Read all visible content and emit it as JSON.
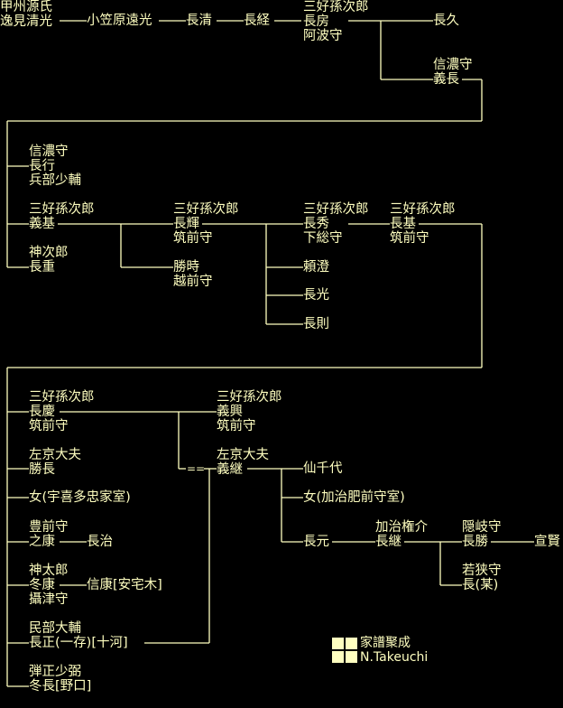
{
  "nodes": {
    "n1": [
      "甲州源氏",
      "逸見清光"
    ],
    "n2": [
      "小笠原遠光"
    ],
    "n3": [
      "長清"
    ],
    "n4": [
      "長経"
    ],
    "n5": [
      "三好孫次郎",
      "長房",
      "阿波守"
    ],
    "n6": [
      "長久"
    ],
    "n7": [
      "信濃守",
      "義長"
    ],
    "n8": [
      "信濃守",
      "長行",
      "兵部少輔"
    ],
    "n9": [
      "三好孫次郎",
      "義基"
    ],
    "n10": [
      "神次郎",
      "長重"
    ],
    "n11": [
      "三好孫次郎",
      "長輝",
      "筑前守"
    ],
    "n12": [
      "勝時",
      "越前守"
    ],
    "n13": [
      "三好孫次郎",
      "長秀",
      "下総守"
    ],
    "n14": [
      "頼澄"
    ],
    "n15": [
      "長光"
    ],
    "n16": [
      "長則"
    ],
    "n17": [
      "三好孫次郎",
      "長基",
      "筑前守"
    ],
    "n18": [
      "三好孫次郎",
      "長慶",
      "筑前守"
    ],
    "n19": [
      "三好孫次郎",
      "義興",
      "筑前守"
    ],
    "n20": [
      "左京大夫",
      "勝長"
    ],
    "n21": [
      "左京大夫",
      "義継"
    ],
    "n22": [
      "仙千代"
    ],
    "n23": [
      "女(宇喜多忠家室)"
    ],
    "n24": [
      "女(加治肥前守室)"
    ],
    "n25": [
      "豊前守",
      "之康"
    ],
    "n26": [
      "長治"
    ],
    "n27": [
      "長元"
    ],
    "n28": [
      "加治権介",
      "長継"
    ],
    "n29": [
      "隠岐守",
      "長勝"
    ],
    "n30": [
      "宣賢"
    ],
    "n31": [
      "若狭守",
      "長(某)"
    ],
    "n32": [
      "神太郎",
      "冬康",
      "攝津守"
    ],
    "n33": [
      "信康[安宅木]"
    ],
    "n34": [
      "民部大輔",
      "長正(一存)[十河]"
    ],
    "n35": [
      "弾正少弼",
      "冬長[野口]"
    ]
  },
  "adoption_mark": "==",
  "legend": {
    "title": "家譜聚成",
    "author": "N.Takeuchi"
  },
  "colors": {
    "background": "#000000",
    "text": "#ffffc0",
    "lines": "#ffffc0"
  }
}
